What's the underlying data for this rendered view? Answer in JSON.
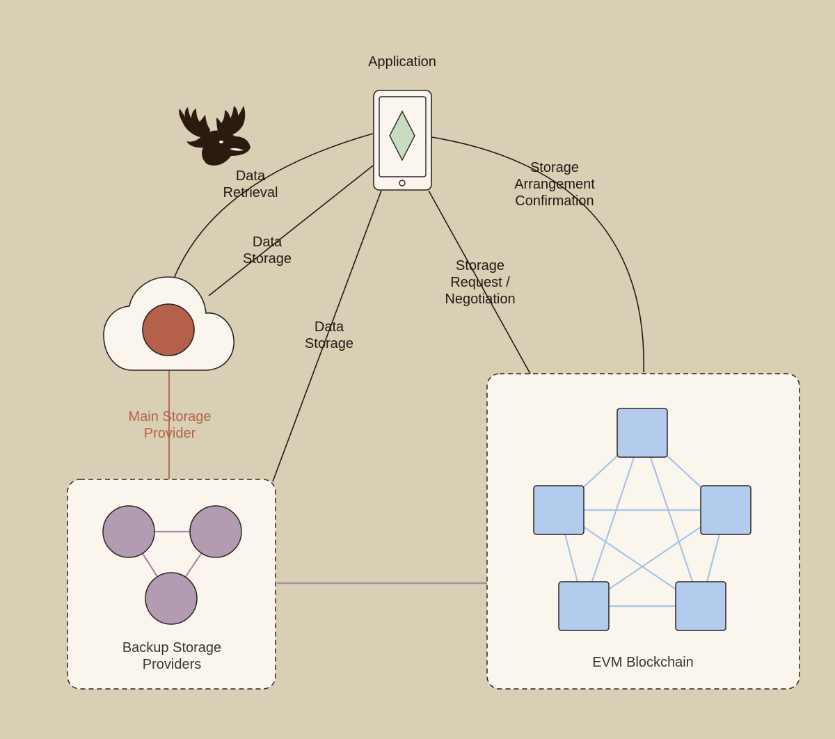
{
  "title": "Application",
  "edges": {
    "data_retrieval": [
      "Data",
      "Retrieval"
    ],
    "data_storage_cloud": [
      "Data",
      "Storage"
    ],
    "data_storage_backup": [
      "Data",
      "Storage"
    ],
    "storage_request": [
      "Storage",
      "Request /",
      "Negotiation"
    ],
    "storage_confirmation": [
      "Storage",
      "Arrangement",
      "Confirmation"
    ],
    "main_storage_provider": [
      "Main Storage",
      "Provider"
    ]
  },
  "nodes": {
    "backup": [
      "Backup Storage",
      "Providers"
    ],
    "evm": "EVM Blockchain"
  },
  "icons": {
    "phone": "smartphone-icon",
    "diamond": "ethereum-diamond-icon",
    "moose": "moose-logo-icon",
    "cloud": "cloud-icon"
  },
  "colors": {
    "background": "#d9cfb4",
    "panel": "#faf6ee",
    "line": "#1f1a14",
    "main_storage": "#b5604b",
    "backup_node": "#b39bb2",
    "backup_link": "#a98aa8",
    "evm_node": "#b3cbec",
    "evm_link": "#a8c4e6",
    "diamond": "#c8dcc2"
  }
}
